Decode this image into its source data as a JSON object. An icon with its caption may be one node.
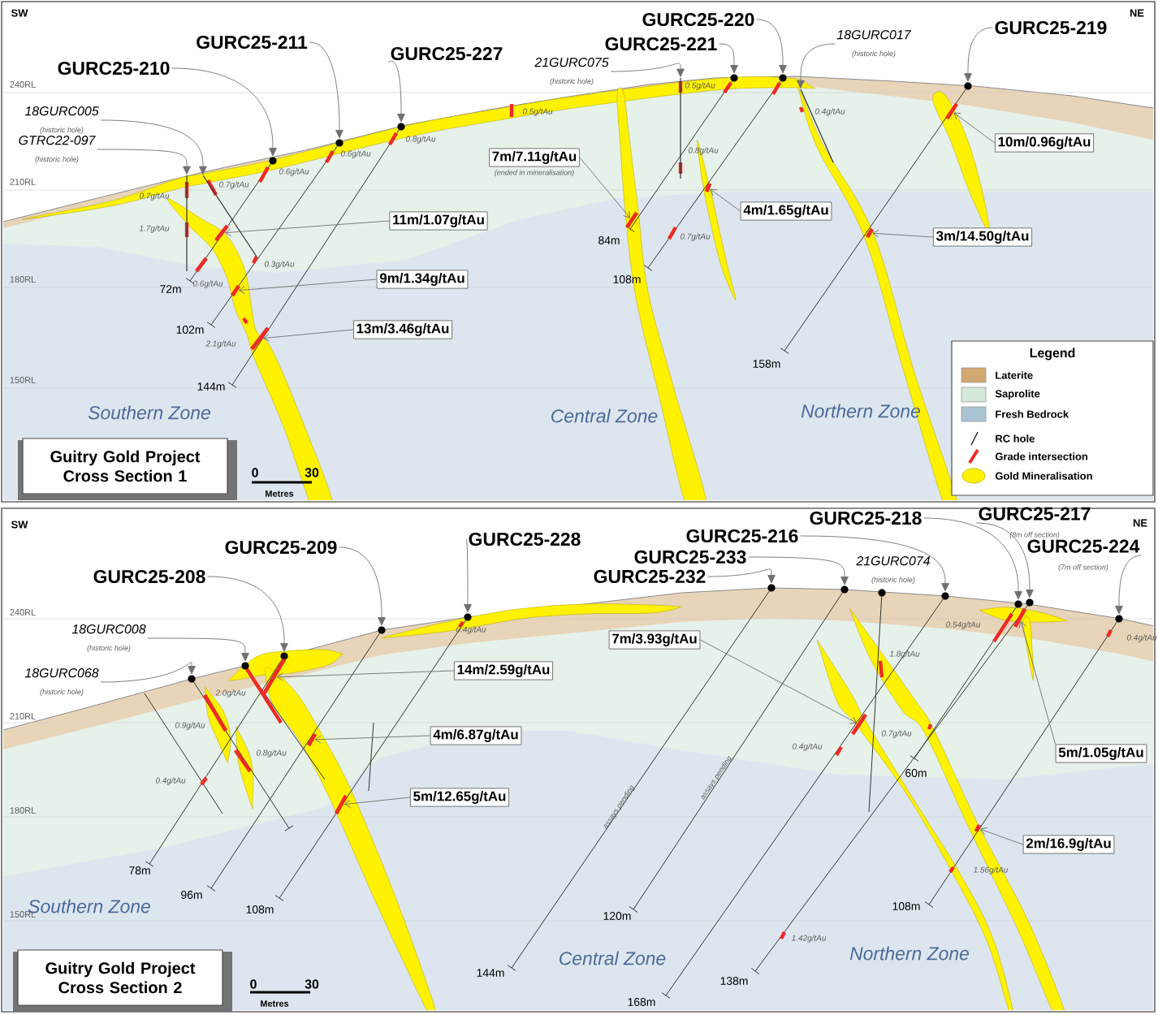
{
  "diagram": {
    "nodes": [
      {
        "text": [
          "GURC25-210"
        ]
      },
      {
        "text": [
          "GURC25-211"
        ]
      },
      {
        "text": [
          "GURC25-227"
        ]
      },
      {
        "text": [
          "18GURC005",
          "(historic hole)"
        ]
      },
      {
        "text": [
          "GTRC22-097",
          "(historic hole)"
        ]
      },
      {
        "text": [
          "21GURC075",
          "(historic hole)"
        ]
      },
      {
        "text": [
          "GURC25-221"
        ]
      },
      {
        "text": [
          "GURC25-220"
        ]
      },
      {
        "text": [
          "18GURC017",
          "(historic hole)"
        ]
      },
      {
        "text": [
          "GURC25-219"
        ]
      },
      {
        "text": [
          "11m/1.07g/tAu"
        ]
      },
      {
        "text": [
          "9m/1.34g/tAu"
        ]
      },
      {
        "text": [
          "13m/3.46g/tAu"
        ]
      },
      {
        "text": [
          "7m/7.11g/tAu",
          "(ended in mineralisation)"
        ]
      },
      {
        "text": [
          "4m/1.65g/tAu"
        ]
      },
      {
        "text": [
          "10m/0.96g/tAu"
        ]
      },
      {
        "text": [
          "3m/14.50g/tAu"
        ]
      },
      {
        "text": [
          "Guitry Gold Project Cross Section 1"
        ]
      },
      {
        "text": [
          "GURC25-208"
        ]
      },
      {
        "text": [
          "GURC25-209"
        ]
      },
      {
        "text": [
          "GURC25-228"
        ]
      },
      {
        "text": [
          "18GURC008",
          "(historic hole)"
        ]
      },
      {
        "text": [
          "18GURC068",
          "(historic hole)"
        ]
      },
      {
        "text": [
          "GURC25-232"
        ]
      },
      {
        "text": [
          "GURC25-233"
        ]
      },
      {
        "text": [
          "21GURC074",
          "(historic hole)"
        ]
      },
      {
        "text": [
          "GURC25-216"
        ]
      },
      {
        "text": [
          "GURC25-218"
        ]
      },
      {
        "text": [
          "GURC25-217",
          "(8m off section)"
        ]
      },
      {
        "text": [
          "GURC25-224",
          "(7m off section)"
        ]
      },
      {
        "text": [
          "14m/2.59g/tAu"
        ]
      },
      {
        "text": [
          "4m/6.87g/tAu"
        ]
      },
      {
        "text": [
          "5m/12.65g/tAu"
        ]
      },
      {
        "text": [
          "7m/3.93g/tAu"
        ]
      },
      {
        "text": [
          "5m/1.05g/tAu"
        ]
      },
      {
        "text": [
          "2m/16.9g/tAu"
        ]
      },
      {
        "text": [
          "Guitry Gold Project Cross Section 2"
        ]
      },
      {
        "text": [],
        "shape": "circle"
      },
      {
        "text": [],
        "shape": "circle"
      },
      {
        "text": [],
        "shape": "circle"
      },
      {
        "text": [],
        "shape": "circle"
      },
      {
        "text": [],
        "shape": "circle"
      },
      {
        "text": [],
        "shape": "circle"
      },
      {
        "text": [],
        "shape": "circle"
      },
      {
        "text": [],
        "shape": "circle"
      },
      {
        "text": [],
        "shape": "circle"
      },
      {
        "text": [],
        "shape": "circle"
      },
      {
        "text": [],
        "shape": "circle"
      },
      {
        "text": [],
        "shape": "circle"
      },
      {
        "text": [],
        "shape": "circle"
      },
      {
        "text": [],
        "shape": "circle"
      },
      {
        "text": [],
        "shape": "circle"
      },
      {
        "text": [],
        "shape": "circle"
      },
      {
        "text": [],
        "shape": "circle"
      },
      {
        "text": [],
        "shape": "line"
      },
      {
        "text": [],
        "shape": "line"
      },
      {
        "text": [],
        "shape": "line"
      },
      {
        "text": [],
        "shape": "line"
      },
      {
        "text": [],
        "shape": "bar"
      },
      {
        "text": [],
        "shape": "bar"
      },
      {
        "text": [],
        "shape": "bar"
      },
      {
        "text": [],
        "shape": "bar"
      },
      {
        "text": [],
        "shape": "bar"
      },
      {
        "text": [],
        "shape": "bar"
      },
      {
        "text": [],
        "shape": "bar"
      },
      {
        "text": [],
        "shape": "bar"
      },
      {
        "text": [],
        "shape": "bar"
      },
      {
        "text": [],
        "shape": "bar"
      },
      {
        "text": [],
        "shape": "bar"
      },
      {
        "text": [],
        "shape": "bar"
      },
      {
        "text": [],
        "shape": "bar"
      },
      {
        "text": [],
        "shape": "bar"
      },
      {
        "text": [],
        "shape": "bar"
      }
    ],
    "edges": [
      {
        "from": 0,
        "to": 37,
        "arrow": "to"
      },
      {
        "from": 1,
        "to": 38,
        "arrow": "to"
      },
      {
        "from": 2,
        "to": 39,
        "arrow": "to"
      },
      {
        "from": 3,
        "to": 55,
        "arrow": "to"
      },
      {
        "from": 4,
        "to": 54,
        "arrow": "to"
      },
      {
        "from": 5,
        "to": 56,
        "arrow": "to"
      },
      {
        "from": 6,
        "to": 40,
        "arrow": "to"
      },
      {
        "from": 7,
        "to": 41,
        "arrow": "to"
      },
      {
        "from": 8,
        "to": 57,
        "arrow": "to"
      },
      {
        "from": 9,
        "to": 42,
        "arrow": "to"
      },
      {
        "from": 10,
        "to": 58,
        "arrow": "to"
      },
      {
        "from": 11,
        "to": 59,
        "arrow": "to"
      },
      {
        "from": 12,
        "to": 60,
        "arrow": "to"
      },
      {
        "from": 13,
        "to": 61,
        "arrow": "to"
      },
      {
        "from": 14,
        "to": 62,
        "arrow": "to"
      },
      {
        "from": 15,
        "to": 64,
        "arrow": "to"
      },
      {
        "from": 16,
        "to": 63,
        "arrow": "to"
      },
      {
        "from": 18,
        "to": 45,
        "arrow": "to"
      },
      {
        "from": 19,
        "to": 46,
        "arrow": "to"
      },
      {
        "from": 20,
        "to": 47,
        "arrow": "to"
      },
      {
        "from": 21,
        "to": 44,
        "arrow": "to"
      },
      {
        "from": 22,
        "to": 43,
        "arrow": "to"
      },
      {
        "from": 23,
        "to": 48,
        "arrow": "to"
      },
      {
        "from": 24,
        "to": 49,
        "arrow": "to"
      },
      {
        "from": 26,
        "to": 50,
        "arrow": "to"
      },
      {
        "from": 27,
        "to": 51,
        "arrow": "to"
      },
      {
        "from": 28,
        "to": 52,
        "arrow": "to"
      },
      {
        "from": 29,
        "to": 53,
        "arrow": "to"
      },
      {
        "from": 30,
        "to": 65,
        "arrow": "to"
      },
      {
        "from": 31,
        "to": 66,
        "arrow": "to"
      },
      {
        "from": 32,
        "to": 67,
        "arrow": "to"
      },
      {
        "from": 33,
        "to": 68,
        "arrow": "to"
      },
      {
        "from": 34,
        "to": 70,
        "arrow": "to"
      },
      {
        "from": 35,
        "to": 69,
        "arrow": "to"
      }
    ],
    "labels": [
      "SW",
      "NE",
      "240RL",
      "210RL",
      "180RL",
      "150RL",
      "0.7g/tAu",
      "0.7g/tAu",
      "0.6g/tAu",
      "0.6g/tAu",
      "0.8g/tAu",
      "0.5g/tAu",
      "1.7g/tAu",
      "0.3g/tAu",
      "0.6g/tAu",
      "2.1g/tAu",
      "0.5g/tAu",
      "0.4g/tAu",
      "0.8g/tAu",
      "0.7g/tAu",
      "72m",
      "102m",
      "144m",
      "84m",
      "108m",
      "158m",
      "Southern Zone",
      "Central Zone",
      "Northern Zone",
      "0",
      "30",
      "Metres",
      "Legend",
      "SW",
      "NE",
      "240RL",
      "210RL",
      "180RL",
      "150RL",
      "0.4g/tAu",
      "2.0g/tAu",
      "0.9g/tAu",
      "0.8g/tAu",
      "0.4g/tAu",
      "0.54g/tAu",
      "0.4g/tAu",
      "1.8g/tAu",
      "0.7g/tAu",
      "0.4g/tAu",
      "1.56g/tAu",
      "1.42g/tAu",
      "assays pending",
      "assays pending",
      "78m",
      "96m",
      "108m",
      "144m",
      "120m",
      "60m",
      "108m",
      "138m",
      "168m",
      "Southern Zone",
      "Central Zone",
      "Northern Zone",
      "0",
      "30",
      "Metres"
    ],
    "legend": [
      {
        "text": "Laterite",
        "color": "#d2a872"
      },
      {
        "text": "Saprolite",
        "color": "#d3ead9"
      },
      {
        "text": "Fresh Bedrock",
        "color": "#a9c3d4"
      },
      {
        "text": "RC hole"
      },
      {
        "text": "Grade intersection"
      },
      {
        "text": "Gold Mineralisation"
      }
    ]
  }
}
